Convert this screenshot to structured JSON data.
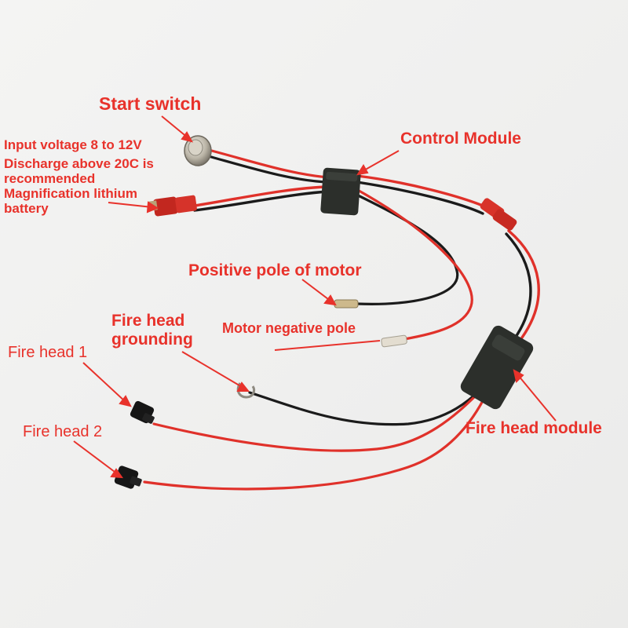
{
  "labels": {
    "start_switch": "Start switch",
    "battery_note": {
      "line1": "Input voltage 8 to 12V",
      "line2": "Discharge above 20C is",
      "line3": "recommended",
      "line4": "Magnification lithium",
      "line5": "battery"
    },
    "control_module": "Control Module",
    "positive_pole": "Positive pole of motor",
    "fire_head_grounding": {
      "line1": "Fire head",
      "line2": "grounding"
    },
    "motor_negative": "Motor negative pole",
    "fire_head_1": "Fire head 1",
    "fire_head_2": "Fire head 2",
    "fire_head_module": "Fire head module"
  },
  "colors": {
    "label": "#e8322b",
    "wire_red": "#e0312a",
    "wire_black": "#1b1b1b",
    "module": "#2c2f2b",
    "background": "#f1f1f0"
  }
}
